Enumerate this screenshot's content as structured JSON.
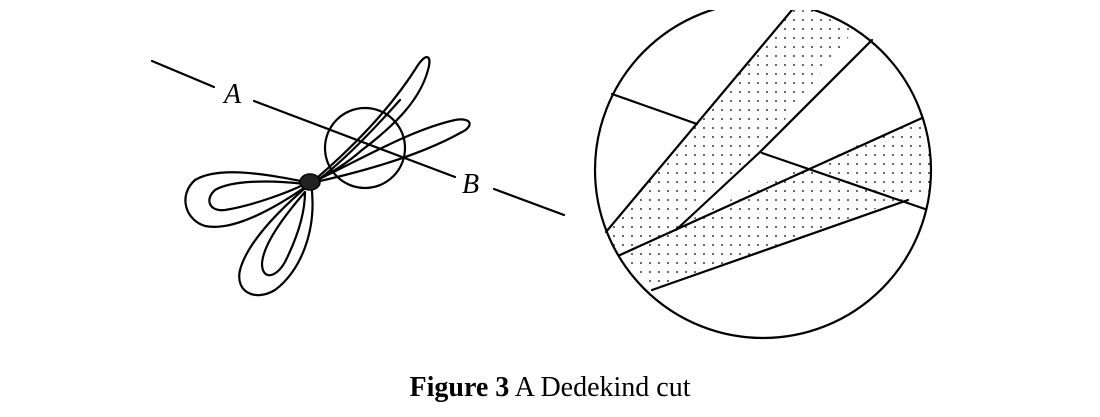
{
  "figure": {
    "label_a": "A",
    "label_b": "B",
    "caption_number": "Figure 3",
    "caption_text": "A Dedekind cut"
  }
}
